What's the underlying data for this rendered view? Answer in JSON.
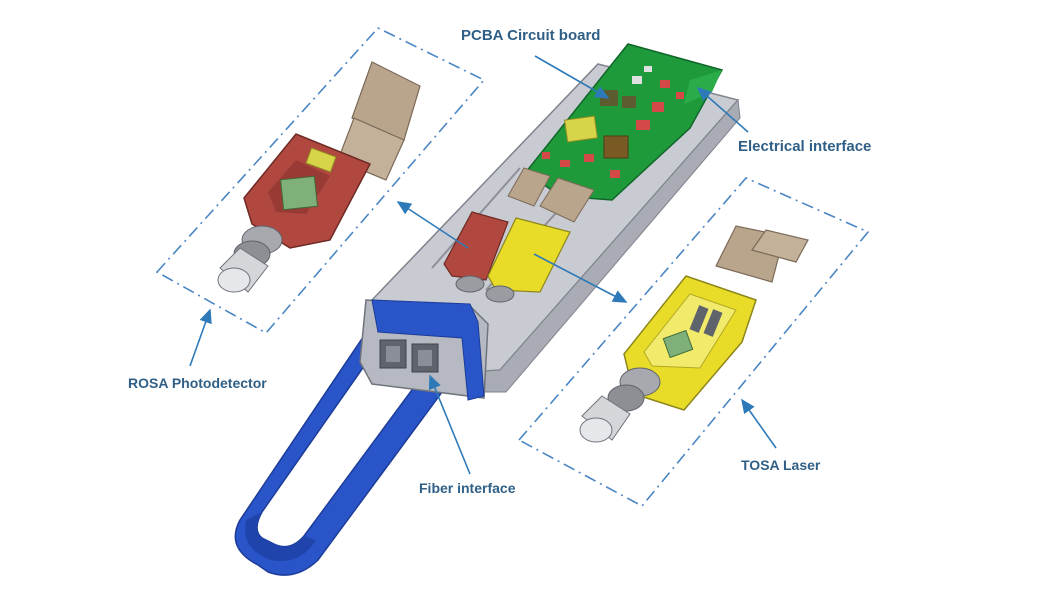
{
  "labels": {
    "pcba": "PCBA Circuit board",
    "electrical": "Electrical interface",
    "rosa": "ROSA Photodetector",
    "fiber": "Fiber interface",
    "tosa": "TOSA Laser"
  },
  "colors": {
    "label_text": "#2f5f86",
    "callout_line": "#2e7ab8",
    "dash_box": "#4a86c4",
    "pcb_green": "#1f9a3a",
    "rosa_red": "#b04840",
    "tosa_yellow": "#e8dc28",
    "latch_blue": "#2a55c8",
    "housing_gray": "#c9cbd2",
    "flex_tan": "#b9a48c"
  }
}
